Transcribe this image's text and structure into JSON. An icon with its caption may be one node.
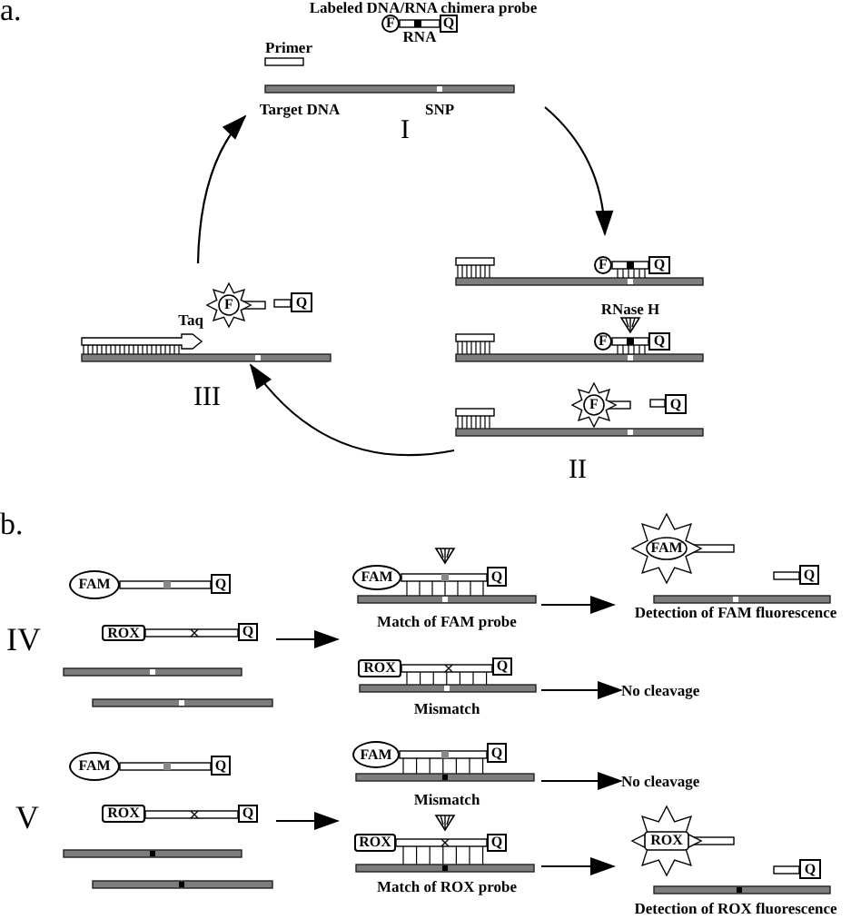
{
  "diagram": {
    "nodes": [
      {
        "text": [
          "Labeled DNA/RNA chimera probe",
          "RNA",
          "Primer",
          "Target DNA",
          "SNP"
        ],
        "beside": [
          "I"
        ]
      },
      {
        "text": [
          "F"
        ],
        "in": 0
      },
      {
        "text": [
          "Q"
        ],
        "in": 0
      },
      {
        "text": [
          "RNase H"
        ],
        "beside": [
          "II"
        ]
      },
      {
        "text": [
          "F"
        ],
        "in": 3
      },
      {
        "text": [
          "Q"
        ],
        "in": 3
      },
      {
        "text": [
          "F"
        ],
        "in": 3
      },
      {
        "text": [
          "Q"
        ],
        "in": 3
      },
      {
        "text": [
          "F"
        ],
        "in": 3
      },
      {
        "text": [
          "Q"
        ],
        "in": 3
      },
      {
        "text": [
          "Taq"
        ],
        "beside": [
          "III"
        ]
      },
      {
        "text": [
          "F"
        ],
        "in": 10
      },
      {
        "text": [
          "Q"
        ],
        "in": 10
      },
      {
        "text": [
          "IV"
        ]
      },
      {
        "text": [
          "FAM"
        ],
        "in": 13
      },
      {
        "text": [
          "Q"
        ],
        "in": 13
      },
      {
        "text": [
          "ROX"
        ],
        "in": 13
      },
      {
        "text": [
          "Q"
        ],
        "in": 13
      },
      {
        "text": [
          "Match of FAM probe"
        ]
      },
      {
        "text": [
          "FAM"
        ],
        "in": 18
      },
      {
        "text": [
          "Q"
        ],
        "in": 18
      },
      {
        "text": [
          "Mismatch"
        ]
      },
      {
        "text": [
          "ROX"
        ],
        "in": 21
      },
      {
        "text": [
          "Q"
        ],
        "in": 21
      },
      {
        "text": [
          "Detection of FAM fluorescence"
        ]
      },
      {
        "text": [
          "FAM"
        ],
        "in": 24
      },
      {
        "text": [
          "Q"
        ],
        "in": 24
      },
      {
        "text": [
          "No cleavage"
        ]
      },
      {
        "text": [
          "V"
        ]
      },
      {
        "text": [
          "FAM"
        ],
        "in": 28
      },
      {
        "text": [
          "Q"
        ],
        "in": 28
      },
      {
        "text": [
          "ROX"
        ],
        "in": 28
      },
      {
        "text": [
          "Q"
        ],
        "in": 28
      },
      {
        "text": [
          "Mismatch"
        ]
      },
      {
        "text": [
          "FAM"
        ],
        "in": 33
      },
      {
        "text": [
          "Q"
        ],
        "in": 33
      },
      {
        "text": [
          "Match of ROX probe"
        ]
      },
      {
        "text": [
          "ROX"
        ],
        "in": 36
      },
      {
        "text": [
          "Q"
        ],
        "in": 36
      },
      {
        "text": [
          "No cleavage"
        ]
      },
      {
        "text": [
          "Detection of ROX fluorescence"
        ]
      },
      {
        "text": [
          "ROX"
        ],
        "in": 40
      },
      {
        "text": [
          "Q"
        ],
        "in": 40
      }
    ],
    "edges": [
      {
        "from": 0,
        "to": 3,
        "arrow": "to"
      },
      {
        "from": 3,
        "to": 10,
        "arrow": "to"
      },
      {
        "from": 10,
        "to": 0,
        "arrow": "to"
      },
      {
        "from": 13,
        "to": 18,
        "arrow": "to"
      },
      {
        "from": 18,
        "to": 24,
        "arrow": "to"
      },
      {
        "from": 21,
        "to": 27,
        "arrow": "to"
      },
      {
        "from": 28,
        "to": 36,
        "arrow": "to"
      },
      {
        "from": 33,
        "to": 39,
        "arrow": "to"
      },
      {
        "from": 36,
        "to": 40,
        "arrow": "to"
      }
    ],
    "labels": [
      "a.",
      "b."
    ]
  }
}
